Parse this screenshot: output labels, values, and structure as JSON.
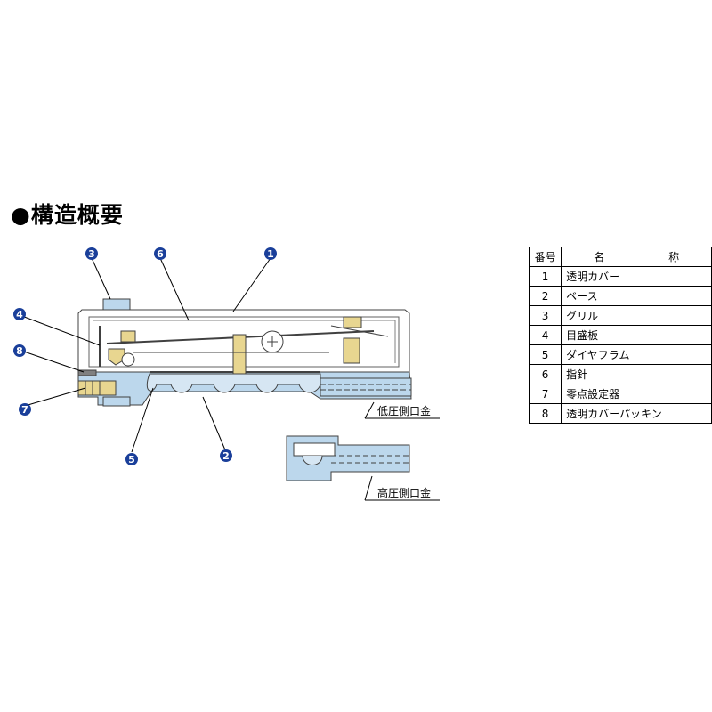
{
  "title": "●構造概要",
  "ports": {
    "low": "低圧側口金",
    "high": "高圧側口金"
  },
  "callouts": [
    "1",
    "2",
    "3",
    "4",
    "5",
    "6",
    "7",
    "8"
  ],
  "table": {
    "headers": [
      "番号",
      "名　称"
    ],
    "rows": [
      {
        "no": "1",
        "name": "透明カバー"
      },
      {
        "no": "2",
        "name": "ベース"
      },
      {
        "no": "3",
        "name": "グリル"
      },
      {
        "no": "4",
        "name": "目盛板"
      },
      {
        "no": "5",
        "name": "ダイヤフラム"
      },
      {
        "no": "6",
        "name": "指針"
      },
      {
        "no": "7",
        "name": "零点設定器"
      },
      {
        "no": "8",
        "name": "透明カバーパッキン"
      }
    ]
  },
  "colors": {
    "body": "#bcd7ec",
    "outline": "#404040",
    "brass": "#e8d690",
    "callout": "#1a3f9a"
  }
}
